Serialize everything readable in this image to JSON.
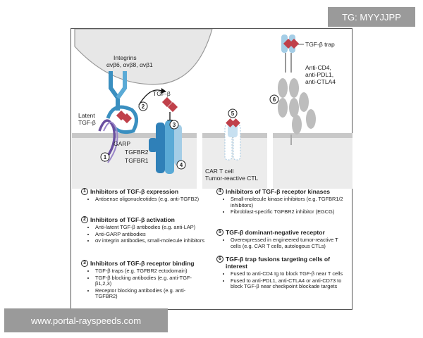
{
  "tag": "TG: MYYJJPP",
  "watermark": "www.portal-rayspeeds.com",
  "diagram": {
    "labels": {
      "integrins_title": "Integrins",
      "integrins_types": "αvβ6, αvβ8, αvβ1",
      "tgf_beta": "TGF-β",
      "latent_line1": "Latent",
      "latent_line2": "TGF-β",
      "garp": "GARP",
      "tgfbr2": "TGFBR2",
      "tgfbr1": "TGFBR1",
      "car_t_line1": "CAR T cell",
      "car_t_line2": "Tumor-reactive CTL",
      "tgf_trap": "TGF-β trap",
      "anti_line1": "Anti-CD4,",
      "anti_line2": "anti-PDL1,",
      "anti_line3": "anti-CTLA4"
    },
    "markers": [
      "1",
      "2",
      "3",
      "4",
      "5",
      "6"
    ]
  },
  "sections": [
    {
      "num": "1",
      "title": "Inhibitors of TGF-β expression",
      "items": [
        "Antisense oligonucleotides (e.g. anti-TGFB2)"
      ]
    },
    {
      "num": "2",
      "title": "Inhibitors of TGF-β activation",
      "items": [
        "Anti-latent TGF-β antibodies (e.g. anti-LAP)",
        "Anti-GARP antibodies",
        "αv integrin antibodies, small-molecule inhibitors"
      ]
    },
    {
      "num": "3",
      "title": "Inhibitors of TGF-β receptor binding",
      "items": [
        "TGF-β traps (e.g. TGFBR2 ectodomain)",
        "TGF-β blocking antibodies (e.g. anti-TGF-β1,2,3)",
        "Receptor blocking antibodies (e.g. anti-TGFBR2)"
      ]
    },
    {
      "num": "4",
      "title": "Inhibitors of TGF-β receptor kinases",
      "items": [
        "Small-molecule kinase inhibitors (e.g. TGFBR1/2 inhibitors)",
        "Fibroblast-specific TGFBR2 inhibitor (EGCG)"
      ]
    },
    {
      "num": "5",
      "title": "TGF-β dominant-negative receptor",
      "items": [
        "Overexpressed in engineered tumor-reactive T cells (e.g. CAR T cells, autologous CTLs)"
      ]
    },
    {
      "num": "6",
      "title": "TGF-β trap fusions targeting cells of interest",
      "items": [
        "Fused to anti-CD4 Ig to block TGF-β near T cells",
        "Fused to anti-PDL1, anti-CTLA4 or anti-CD73 to block TGF-β near checkpoint blockade targets"
      ]
    }
  ]
}
